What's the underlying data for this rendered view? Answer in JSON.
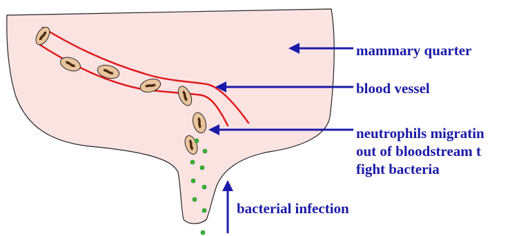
{
  "labels": {
    "mammary_quarter": "mammary quarter",
    "blood_vessel": "blood vessel",
    "neutrophils": [
      "neutrophils migratin",
      "out of bloodstream t",
      "fight bacteria"
    ],
    "bacterial_infection": "bacterial infection"
  },
  "colors": {
    "tissue_fill": "#fbe3e2",
    "outline": "#222222",
    "vessel": "#e01818",
    "cell_fill": "#e8c59c",
    "nucleus": "#4a2a10",
    "bacteria": "#33b833",
    "arrow": "#1a1aa8",
    "label_text": "#1a1aa8"
  }
}
